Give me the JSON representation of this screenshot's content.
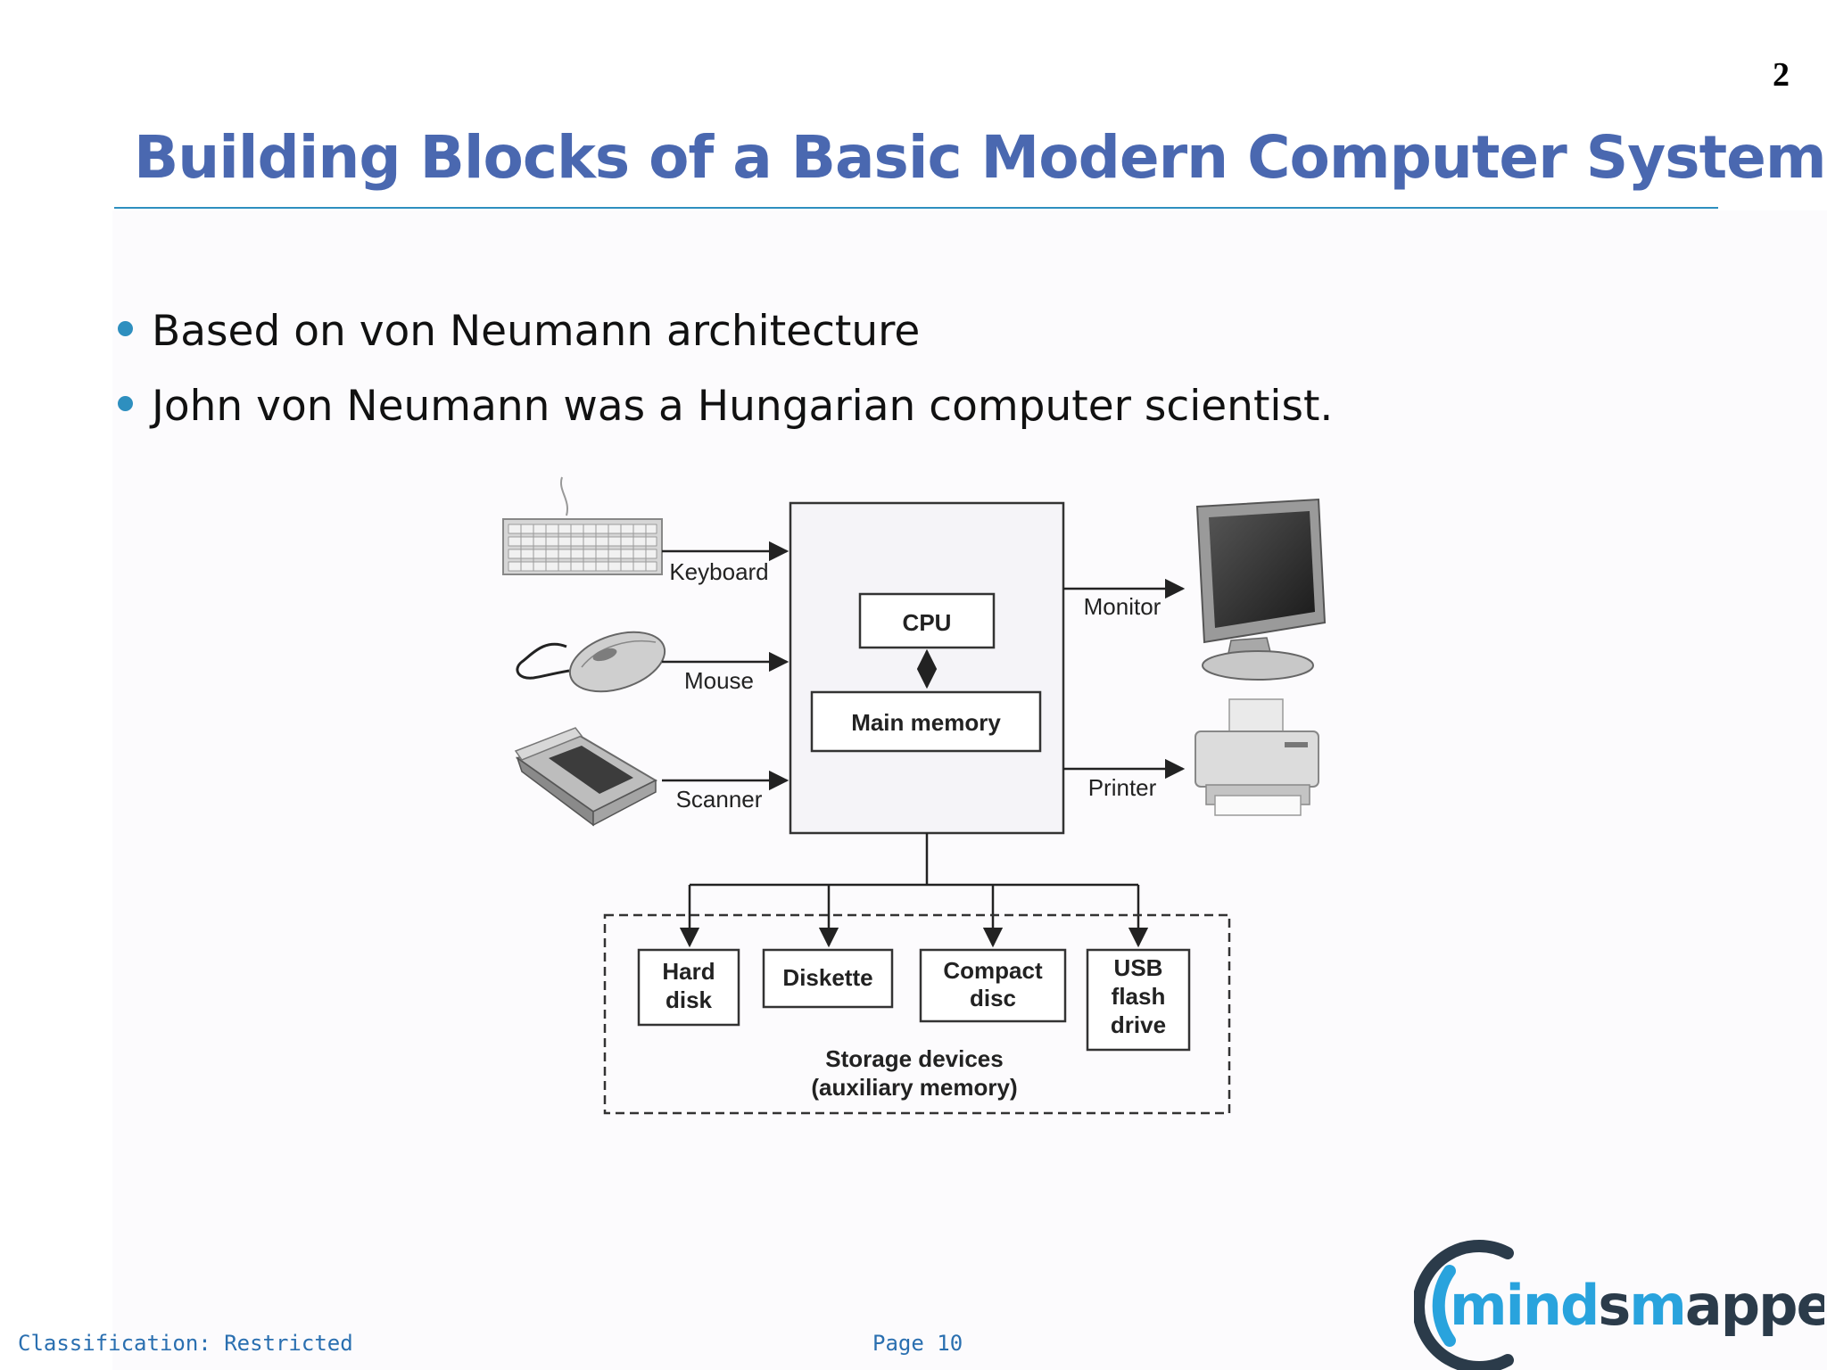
{
  "slide": {
    "number": "2",
    "title": "Building Blocks of a Basic Modern Computer System",
    "bullets": [
      "Based on von Neumann architecture",
      "John von Neumann was a Hungarian computer scientist."
    ]
  },
  "diagram": {
    "inputs": [
      "Keyboard",
      "Mouse",
      "Scanner"
    ],
    "outputs": [
      "Monitor",
      "Printer"
    ],
    "cpu": "CPU",
    "main_memory": "Main memory",
    "storage": {
      "devices": [
        [
          "Hard",
          "disk"
        ],
        [
          "Diskette"
        ],
        [
          "Compact",
          "disc"
        ],
        [
          "USB",
          "flash",
          "drive"
        ]
      ],
      "caption": [
        "Storage devices",
        "(auxiliary memory)"
      ]
    }
  },
  "footer": {
    "classification": "Classification: Restricted",
    "page": "Page 10"
  },
  "logo": {
    "text_a": "mind",
    "text_b": "s",
    "text_c": "m",
    "text_d": "apped"
  },
  "colors": {
    "title": "#4a68b0",
    "accent": "#2e8fbf",
    "logo_dark": "#2b3b4a",
    "logo_blue": "#29a3dd"
  }
}
